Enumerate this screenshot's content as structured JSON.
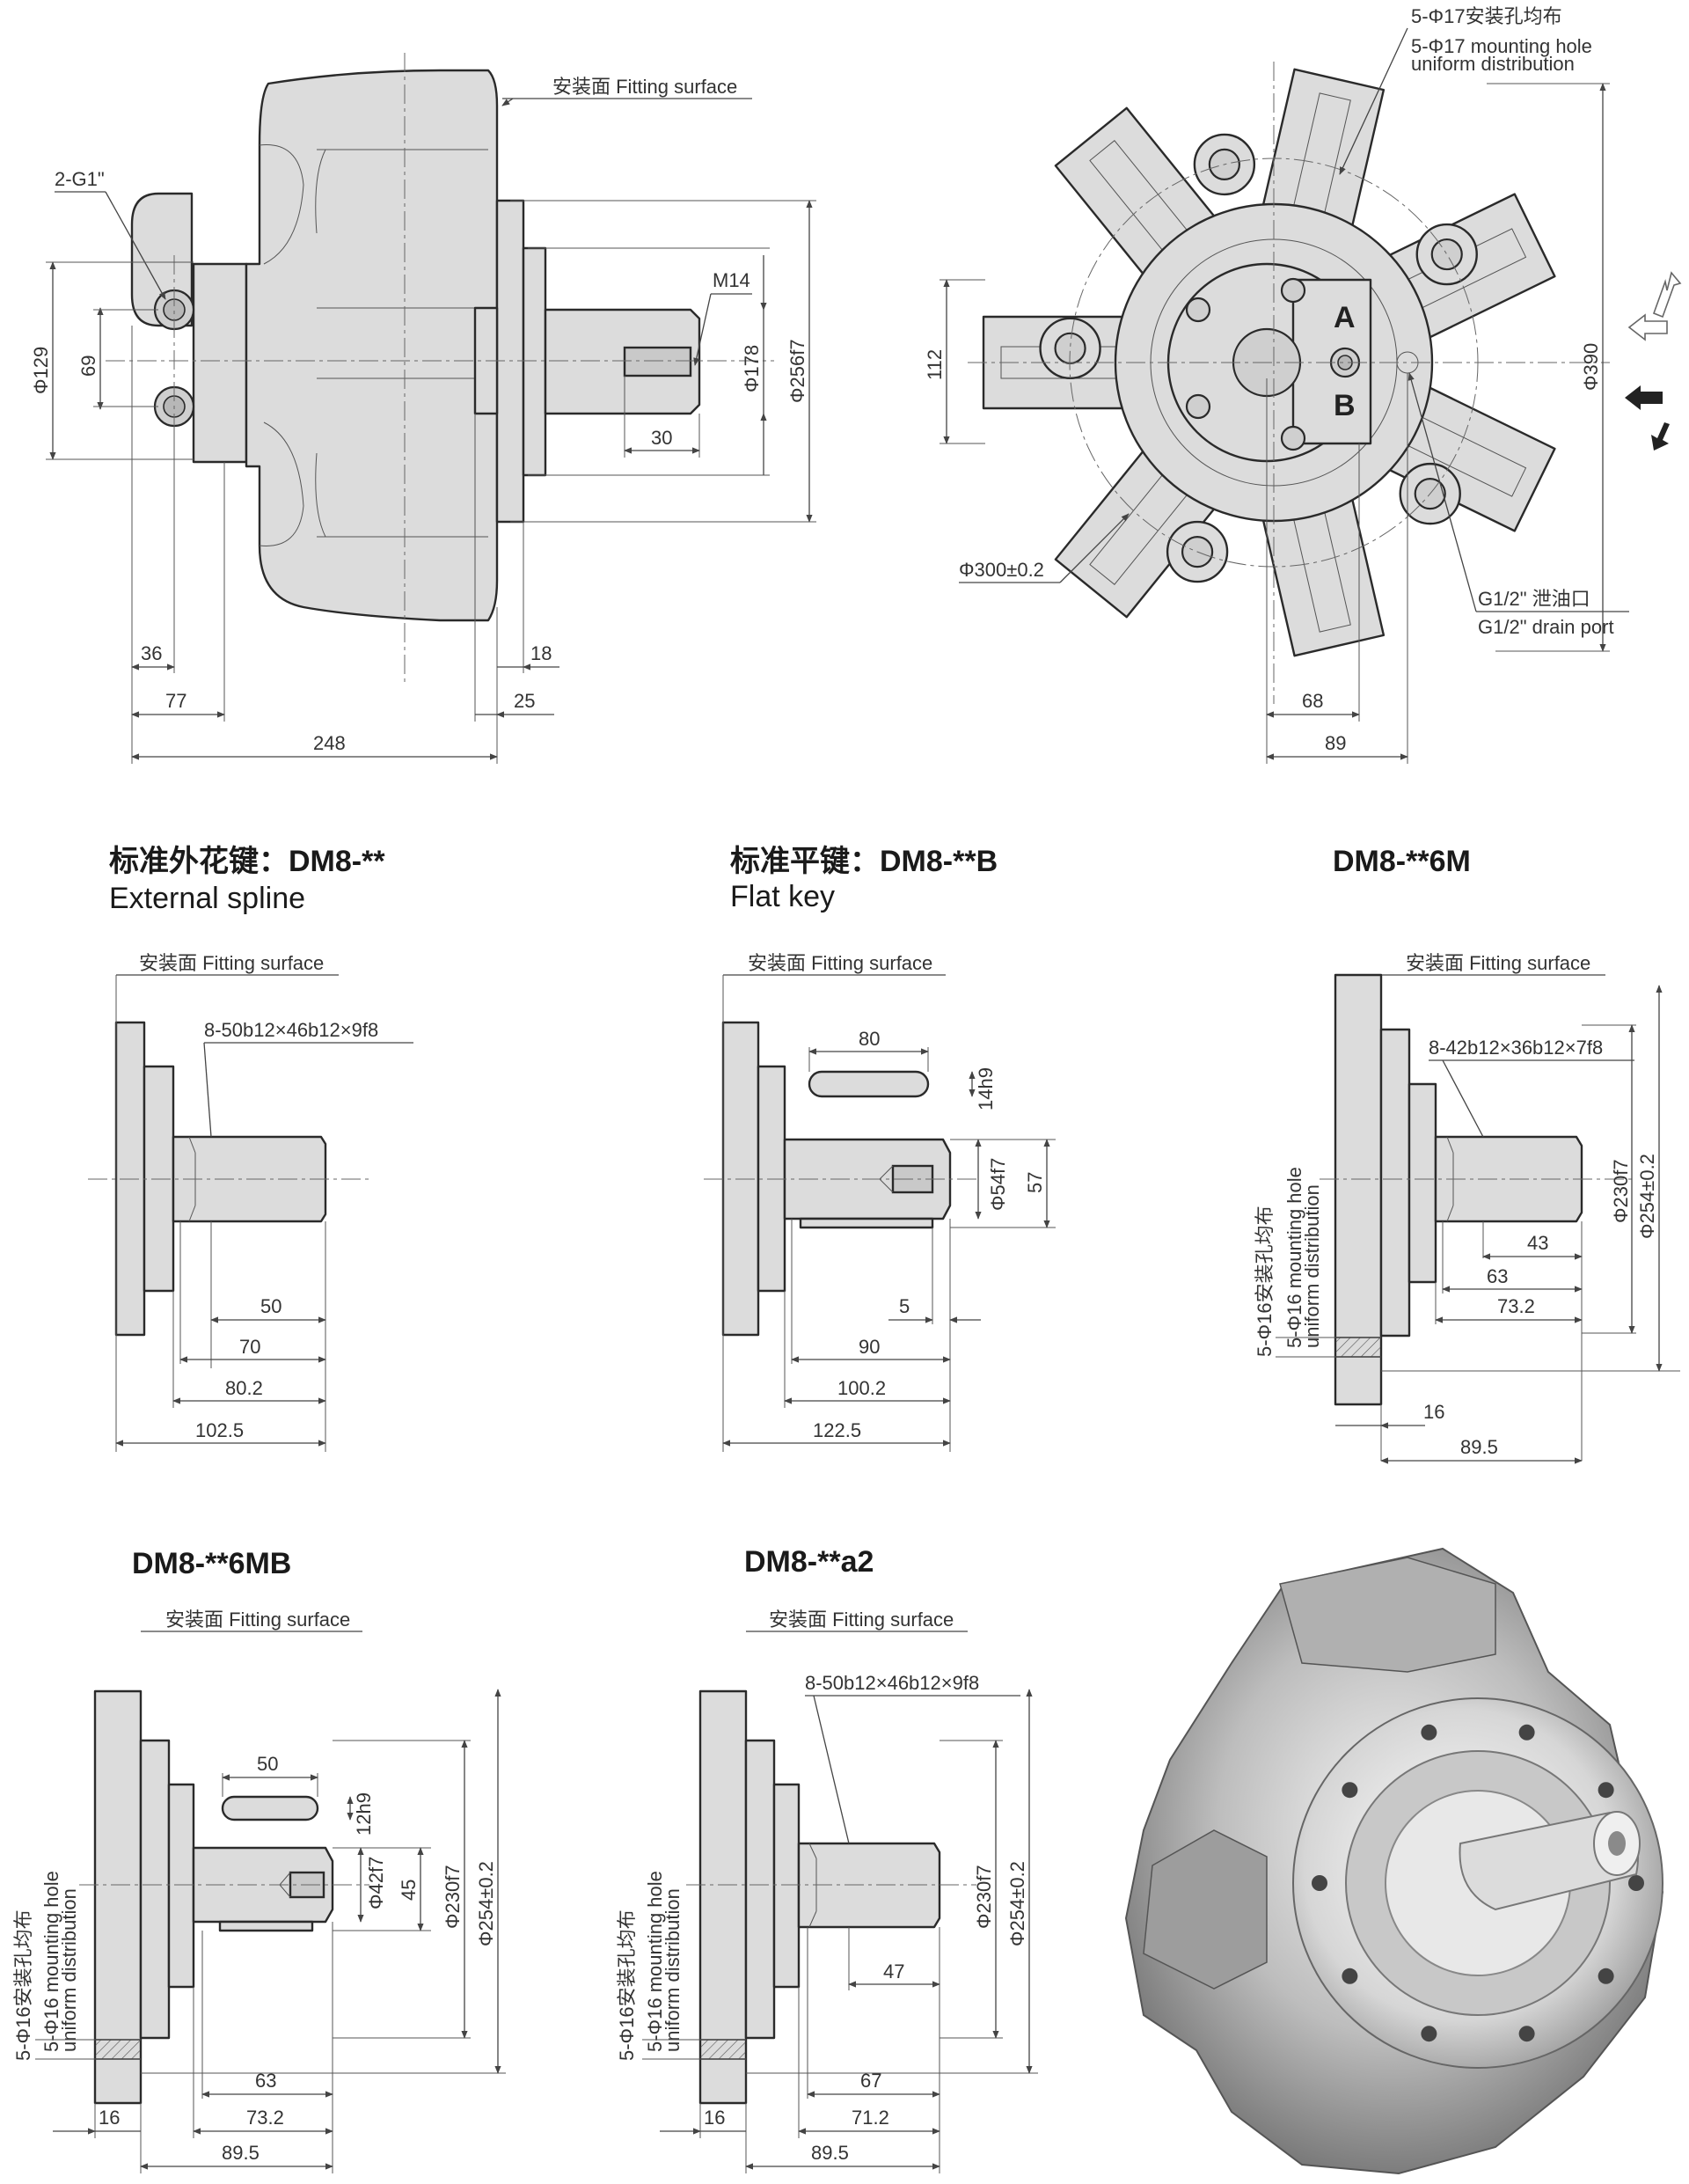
{
  "main_views": {
    "fitting_surface": "安装面 Fitting surface",
    "ports_label": "2-G1\"",
    "thread_label": "M14",
    "side_dims": {
      "phi129": "Φ129",
      "d69": "69",
      "phi178": "Φ178",
      "phi256": "Φ256f7",
      "d30": "30",
      "d36": "36",
      "d77": "77",
      "d248": "248",
      "d18": "18",
      "d25": "25"
    },
    "front": {
      "mount_holes_cn": "5-Φ17安装孔均布",
      "mount_holes_en_1": "5-Φ17 mounting hole",
      "mount_holes_en_2": "uniform distribution",
      "d112": "112",
      "phi390": "Φ390",
      "pcd": "Φ300±0.2",
      "drain_cn": "G1/2\" 泄油口",
      "drain_en": "G1/2\" drain port",
      "d68": "68",
      "d89": "89",
      "port_a": "A",
      "port_b": "B"
    }
  },
  "variants": [
    {
      "title": "标准外花键：DM8-**",
      "subtitle": "External spline",
      "fitting_surface": "安装面 Fitting surface",
      "spline": "8-50b12×46b12×9f8",
      "dims": [
        "50",
        "70",
        "80.2",
        "102.5"
      ]
    },
    {
      "title": "标准平键：DM8-**B",
      "subtitle": "Flat key",
      "fitting_surface": "安装面 Fitting surface",
      "dims": [
        "80",
        "14h9",
        "Φ54f7",
        "57",
        "5",
        "90",
        "100.2",
        "122.5"
      ]
    },
    {
      "title": "DM8-**6M",
      "fitting_surface": "安装面 Fitting surface",
      "spline": "8-42b12×36b12×7f8",
      "holes_cn": "5-Φ16安装孔均布",
      "holes_en_1": "5-Φ16 mounting hole",
      "holes_en_2": "uniform distribution",
      "dims": [
        "Φ230f7",
        "Φ254±0.2",
        "43",
        "63",
        "73.2",
        "16",
        "89.5"
      ]
    },
    {
      "title": "DM8-**6MB",
      "fitting_surface": "安装面 Fitting surface",
      "holes_cn": "5-Φ16安装孔均布",
      "holes_en_1": "5-Φ16 mounting hole",
      "holes_en_2": "uniform distribution",
      "dims": [
        "50",
        "12h9",
        "Φ42f7",
        "45",
        "Φ230f7",
        "Φ254±0.2",
        "63",
        "73.2",
        "16",
        "89.5"
      ]
    },
    {
      "title": "DM8-**a2",
      "fitting_surface": "安装面 Fitting surface",
      "spline": "8-50b12×46b12×9f8",
      "holes_cn": "5-Φ16安装孔均布",
      "holes_en_1": "5-Φ16 mounting hole",
      "holes_en_2": "uniform distribution",
      "dims": [
        "Φ230f7",
        "Φ254±0.2",
        "47",
        "67",
        "71.2",
        "16",
        "89.5"
      ]
    }
  ]
}
